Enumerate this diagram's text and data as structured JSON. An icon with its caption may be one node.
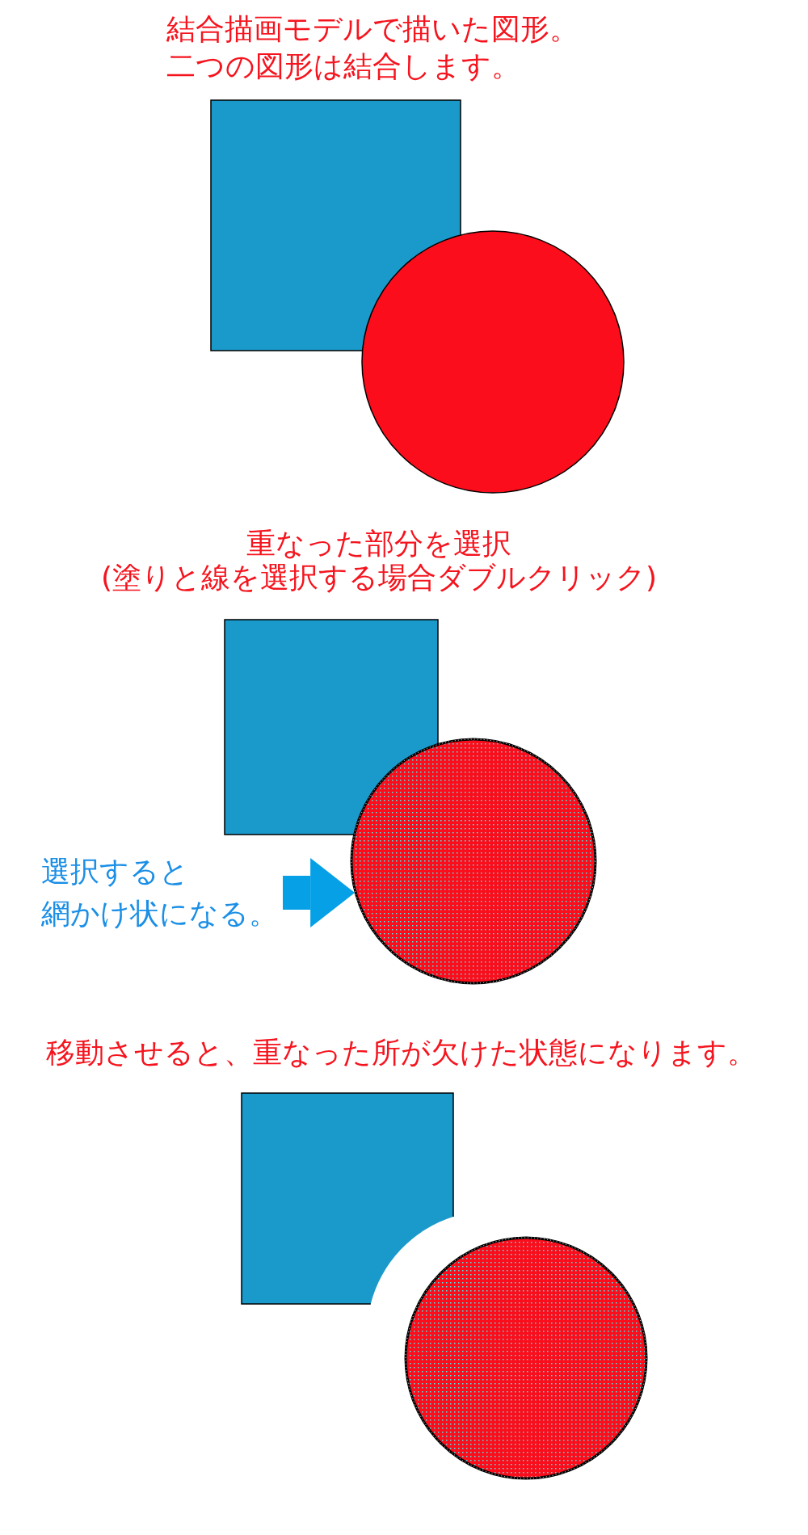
{
  "diagram": {
    "nodes": [
      {
        "text": [],
        "shape": "box"
      },
      {
        "text": [],
        "shape": "circle"
      },
      {
        "text": [],
        "shape": "box"
      },
      {
        "text": [],
        "shape": "circle"
      },
      {
        "text": [
          "選択すると",
          "網かけ状になる。"
        ]
      },
      {
        "text": [],
        "shape": "box"
      },
      {
        "text": [],
        "shape": "circle"
      }
    ],
    "edges": [
      {
        "from": 4,
        "to": 3,
        "arrow": "to"
      }
    ],
    "labels": [
      "結合描画モデルで描いた図形。二つの図形は結合します。",
      "重なった部分を選択",
      "(塗りと線を選択する場合ダブルクリック)",
      "移動させると、重なった所が欠けた状態になります。"
    ]
  }
}
